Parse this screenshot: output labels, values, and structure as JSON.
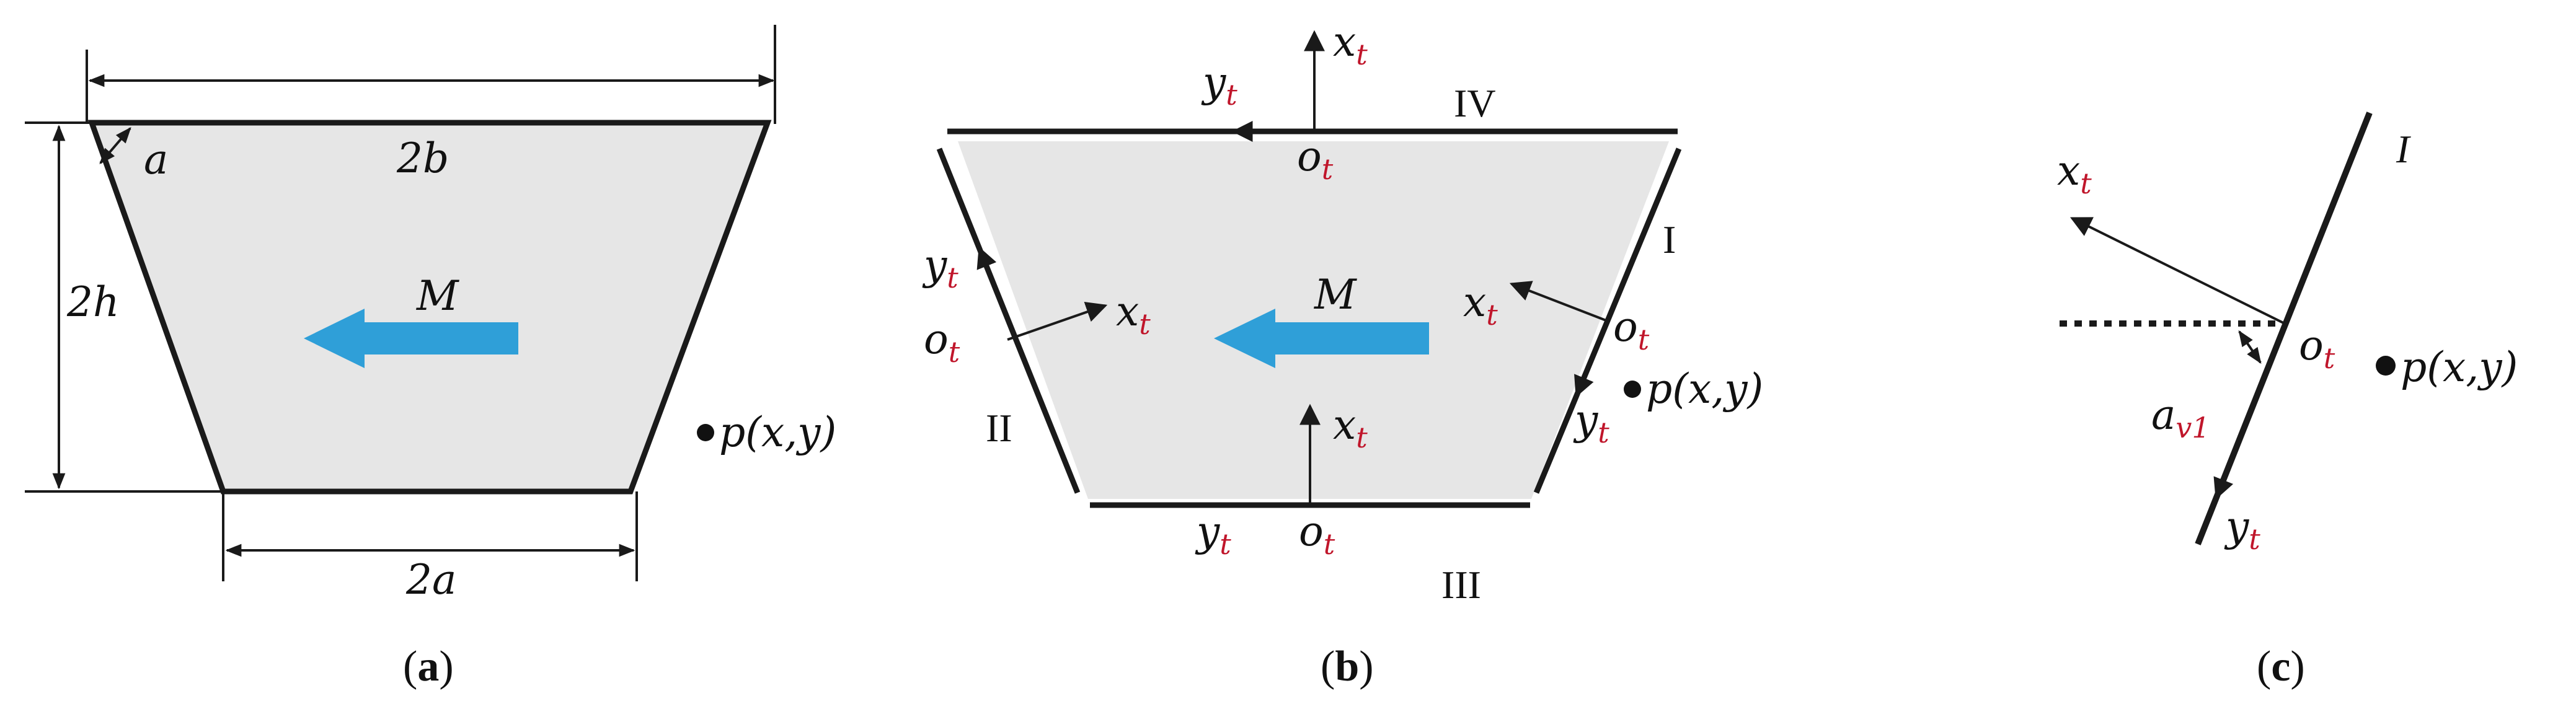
{
  "panels": {
    "a": {
      "caption": {
        "open": "(",
        "letter": "a",
        "close": ")"
      },
      "top_dimension": "2b",
      "bottom_dimension": "2a",
      "height_dimension": "2h",
      "angle_label": "a",
      "magnetization": "M",
      "point": "p(x,y)"
    },
    "b": {
      "caption": {
        "open": "(",
        "letter": "b",
        "close": ")"
      },
      "side_labels": {
        "I": "I",
        "II": "II",
        "III": "III",
        "IV": "IV"
      },
      "magnetization": "M",
      "point": "p(x,y)",
      "axis_x": {
        "base": "x",
        "sub": "t"
      },
      "axis_y": {
        "base": "y",
        "sub": "t"
      },
      "origin": {
        "base": "o",
        "sub": "t"
      }
    },
    "c": {
      "caption": {
        "open": "(",
        "letter": "c",
        "close": ")"
      },
      "side_label": "I",
      "axis_x": {
        "base": "x",
        "sub": "t"
      },
      "axis_y": {
        "base": "y",
        "sub": "t"
      },
      "origin": {
        "base": "o",
        "sub": "t"
      },
      "angle": {
        "base": "a",
        "sub": "v1"
      },
      "point": "p(x,y)"
    }
  },
  "colors": {
    "fill": "#e6e6e6",
    "stroke": "#1a1a1a",
    "arrow_blue": "#2f9fd8",
    "subscript_red": "#c0162b"
  }
}
